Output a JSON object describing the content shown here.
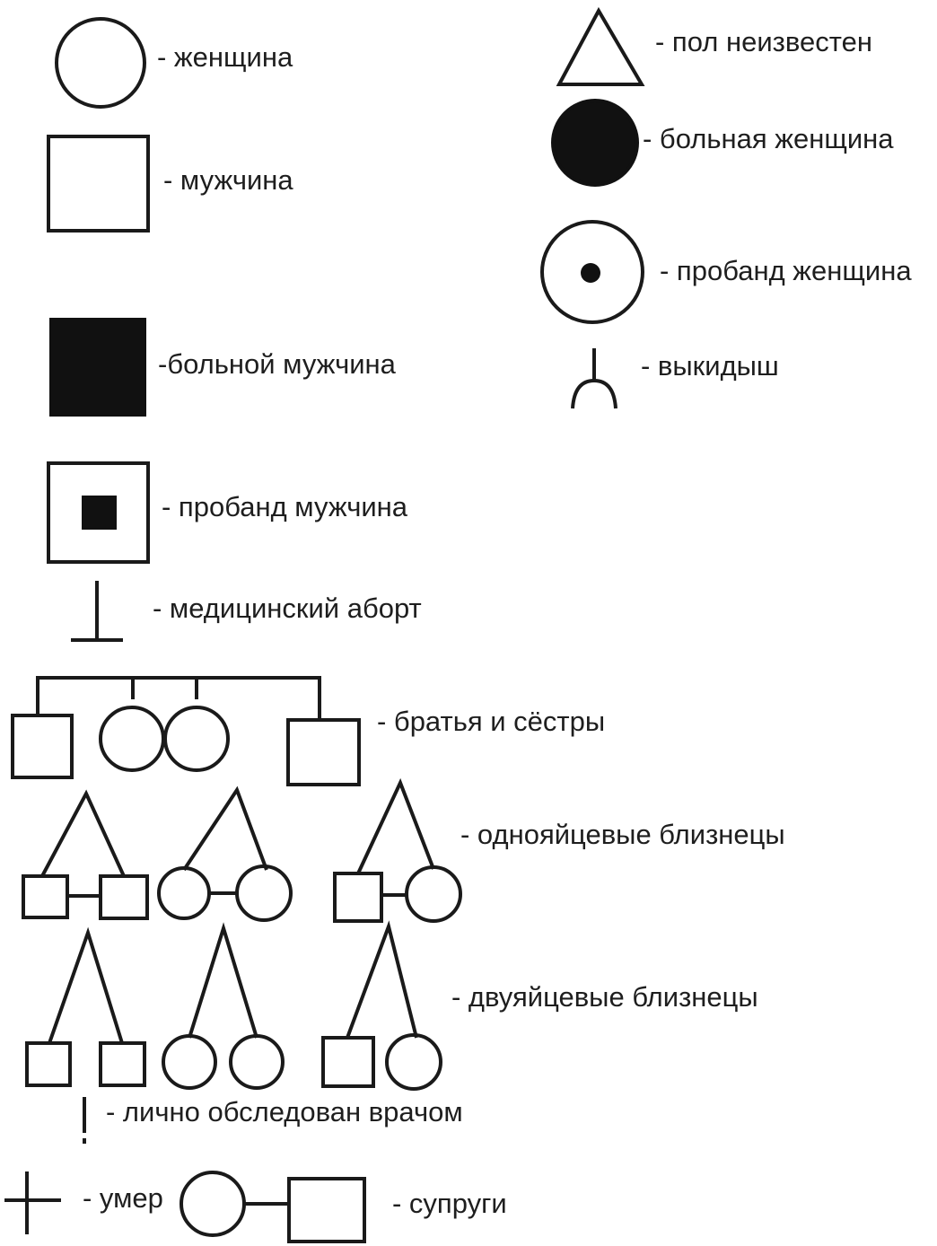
{
  "legend": {
    "female": "- женщина",
    "male": "- мужчина",
    "affected_male": "-больной мужчина",
    "proband_male": "- пробанд мужчина",
    "medical_abortion": "- медицинский аборт",
    "siblings": "- братья и сёстры",
    "identical_twins": "- однояйцевые близнецы",
    "fraternal_twins": "- двуяйцевые близнецы",
    "examined_by_doctor": "- лично обследован врачом",
    "deceased": "- умер",
    "spouses": "- супруги",
    "sex_unknown": "- пол неизвестен",
    "affected_female": "- больная женщина",
    "proband_female": "- пробанд женщина",
    "miscarriage": "- выкидыш"
  },
  "symbols": {
    "stroke_color": "#1a1a1a",
    "fill_color": "#111111",
    "background": "#ffffff"
  }
}
